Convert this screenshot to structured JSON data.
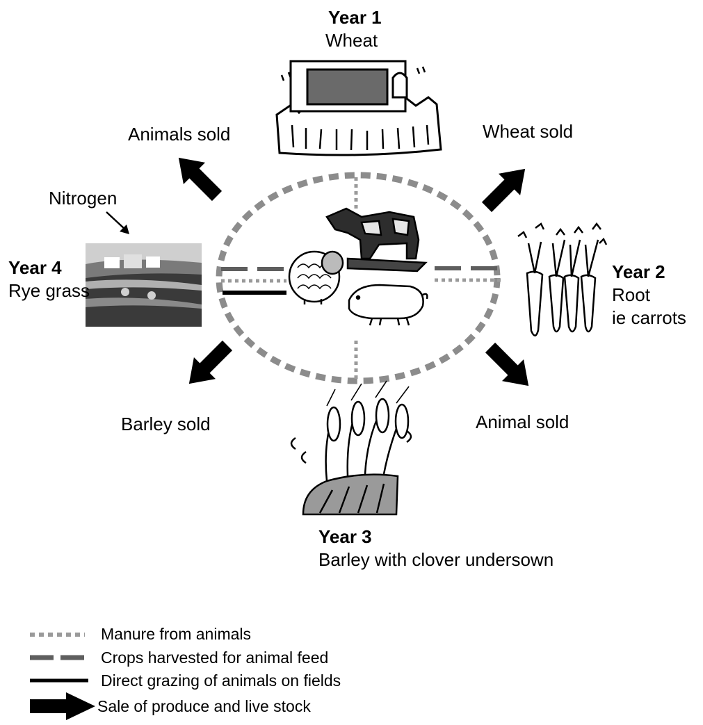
{
  "years": {
    "year1": {
      "title": "Year 1",
      "crop": "Wheat"
    },
    "year2": {
      "title": "Year 2",
      "crop_line1": "Root",
      "crop_line2": "ie carrots"
    },
    "year3": {
      "title": "Year 3",
      "crop": "Barley with clover undersown"
    },
    "year4": {
      "title": "Year 4",
      "crop": "Rye grass"
    }
  },
  "sales": {
    "top_left": "Animals sold",
    "top_right": "Wheat sold",
    "bottom_left": "Barley sold",
    "bottom_right": "Animal sold"
  },
  "annotation": {
    "nitrogen": "Nitrogen"
  },
  "legend": {
    "manure": "Manure from animals",
    "crops": "Crops harvested for animal feed",
    "grazing": "Direct grazing of animals on fields",
    "sale": "Sale of produce and live stock"
  },
  "colors": {
    "dotted": "#9a9a9a",
    "dashed": "#5e5e5e",
    "solid": "#000000",
    "arrow": "#000000",
    "loop": "#8c8c8c"
  }
}
